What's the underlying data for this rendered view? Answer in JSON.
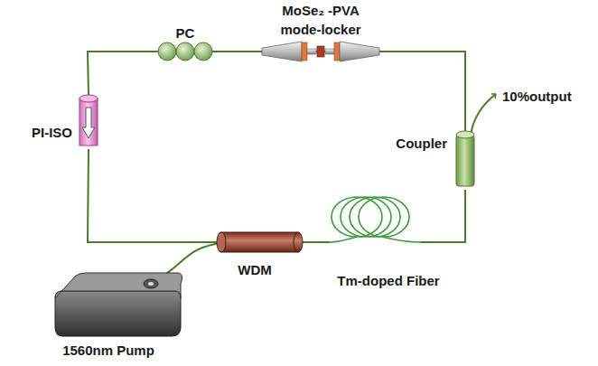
{
  "diagram": {
    "nodes": [
      {
        "text": [
          "MoSe₂ -PVA",
          "mode-locker"
        ]
      },
      {
        "text": [
          "PC"
        ]
      },
      {
        "text": [
          "PI-ISO"
        ]
      },
      {
        "text": [
          "Coupler"
        ]
      },
      {
        "text": [
          "Tm-doped Fiber"
        ]
      },
      {
        "text": [
          "WDM"
        ]
      },
      {
        "text": [
          "1560nm Pump"
        ]
      }
    ],
    "edges": [
      {
        "from": 1,
        "to": 0,
        "arrow": "none"
      },
      {
        "from": 0,
        "to": 3,
        "arrow": "none"
      },
      {
        "from": 3,
        "to": 4,
        "arrow": "none"
      },
      {
        "from": 4,
        "to": 5,
        "arrow": "none"
      },
      {
        "from": 5,
        "to": 2,
        "arrow": "none"
      },
      {
        "from": 2,
        "to": 1,
        "arrow": "none"
      },
      {
        "from": 6,
        "to": 5,
        "arrow": "none"
      }
    ],
    "labels": [
      "10%output"
    ]
  }
}
